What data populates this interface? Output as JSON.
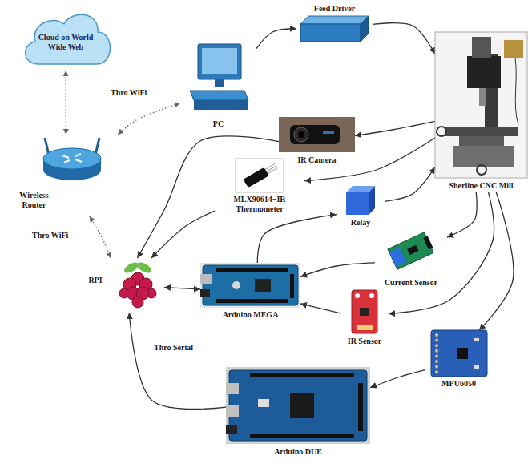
{
  "diagram": {
    "nodes": [
      {
        "text": [
          "Cloud on World Wide Web"
        ]
      },
      {
        "text": [
          "PC"
        ]
      },
      {
        "text": [
          "Feed Driver"
        ]
      },
      {
        "text": [
          "Wireless Router"
        ]
      },
      {
        "text": [
          "IR Camera"
        ]
      },
      {
        "text": [
          "Sherline CNC Mill"
        ]
      },
      {
        "text": [
          "MLX90614−IR Thermometer"
        ]
      },
      {
        "text": [
          "Relay"
        ]
      },
      {
        "text": [
          "RPI"
        ]
      },
      {
        "text": [
          "Arduino MEGA"
        ]
      },
      {
        "text": [
          "Current Sensor"
        ]
      },
      {
        "text": [
          "IR Sensor"
        ]
      },
      {
        "text": [
          "MPU6050"
        ]
      },
      {
        "text": [
          "Arduino DUE"
        ]
      }
    ],
    "edges": [
      {
        "from": 0,
        "to": 3,
        "arrow": "both"
      },
      {
        "from": 3,
        "to": 1,
        "label": "Thro WiFi",
        "arrow": "both"
      },
      {
        "from": 3,
        "to": 8,
        "label": "Thro WiFi",
        "arrow": "both"
      },
      {
        "from": 1,
        "to": 2,
        "arrow": "to"
      },
      {
        "from": 2,
        "to": 5,
        "arrow": "to"
      },
      {
        "from": 5,
        "to": 4,
        "arrow": "to"
      },
      {
        "from": 4,
        "to": 8,
        "arrow": "to"
      },
      {
        "from": 5,
        "to": 6,
        "arrow": "to"
      },
      {
        "from": 6,
        "to": 8,
        "arrow": "to"
      },
      {
        "from": 9,
        "to": 7,
        "arrow": "to"
      },
      {
        "from": 7,
        "to": 5,
        "arrow": "to"
      },
      {
        "from": 5,
        "to": 10,
        "arrow": "to"
      },
      {
        "from": 10,
        "to": 9,
        "arrow": "to"
      },
      {
        "from": 5,
        "to": 11,
        "arrow": "to"
      },
      {
        "from": 11,
        "to": 9,
        "arrow": "to"
      },
      {
        "from": 9,
        "to": 8,
        "arrow": "both"
      },
      {
        "from": 5,
        "to": 12,
        "arrow": "to"
      },
      {
        "from": 12,
        "to": 13,
        "arrow": "to"
      },
      {
        "from": 13,
        "to": 8,
        "label": "Thro Serial",
        "arrow": "to"
      }
    ]
  }
}
